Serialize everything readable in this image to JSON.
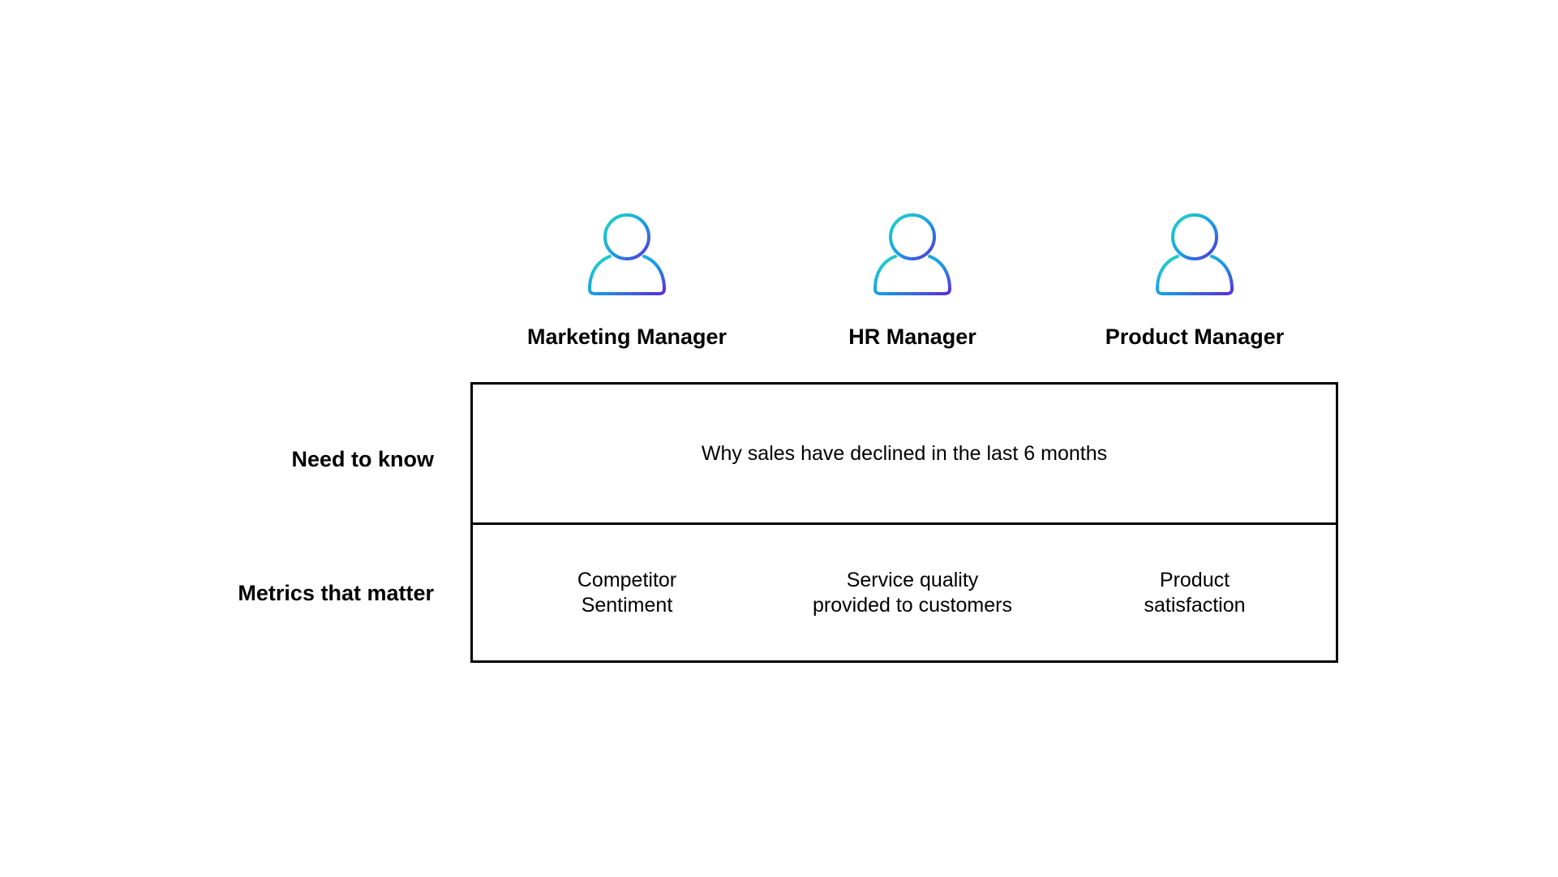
{
  "colors": {
    "icon_gradient_start": "#1ed8c2",
    "icon_gradient_mid": "#1a9ae8",
    "icon_gradient_end": "#5a2bd8",
    "border": "#000000",
    "text": "#000000",
    "background": "#ffffff"
  },
  "personas": [
    {
      "icon": "person-icon",
      "title": "Marketing Manager"
    },
    {
      "icon": "person-icon",
      "title": "HR Manager"
    },
    {
      "icon": "person-icon",
      "title": "Product Manager"
    }
  ],
  "rows": {
    "need_to_know": {
      "label": "Need to know",
      "value": "Why sales have declined in the last 6 months"
    },
    "metrics": {
      "label": "Metrics that matter",
      "values": [
        "Competitor\nSentiment",
        "Service quality\nprovided to customers",
        "Product\nsatisfaction"
      ]
    }
  }
}
